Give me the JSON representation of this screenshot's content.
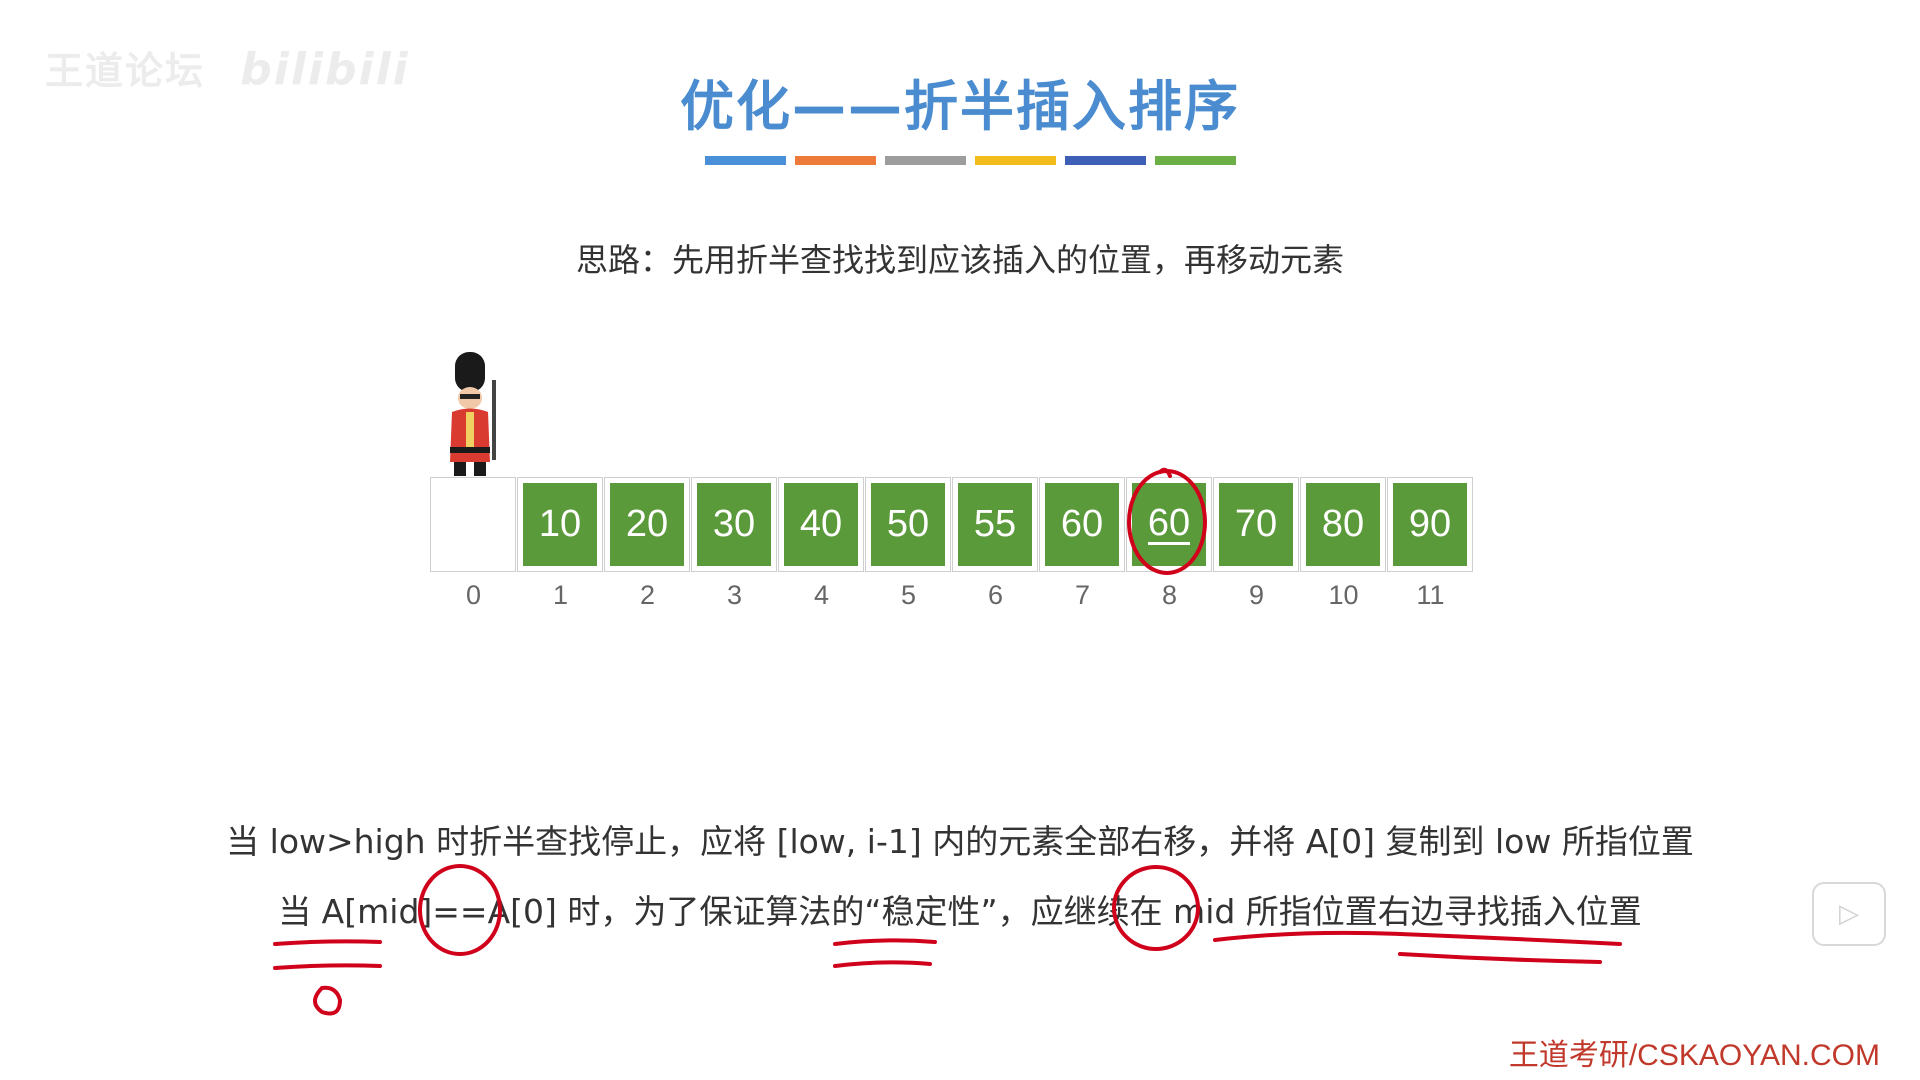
{
  "watermark": {
    "text": "王道论坛",
    "brand": "bilibili"
  },
  "title": "优化——折半插入排序",
  "color_bars": [
    "#4a90d9",
    "#ee7a3a",
    "#9d9d9d",
    "#f2bd1a",
    "#3d5fb6",
    "#6caf47"
  ],
  "idea": "思路：先用折半查找找到应该插入的位置，再移动元素",
  "array": {
    "cells": [
      "",
      "10",
      "20",
      "30",
      "40",
      "50",
      "55",
      "60",
      "60",
      "70",
      "80",
      "90"
    ],
    "indices": [
      "0",
      "1",
      "2",
      "3",
      "4",
      "5",
      "6",
      "7",
      "8",
      "9",
      "10",
      "11"
    ],
    "cell_color": "#5b9a3a",
    "highlight_index": 8
  },
  "notes": {
    "line1": "当 low>high 时折半查找停止，应将 [low, i-1] 内的元素全部右移，并将 A[0] 复制到 low 所指位置",
    "line2": "当 A[mid]==A[0] 时，为了保证算法的“稳定性”，应继续在 mid 所指位置右边寻找插入位置"
  },
  "footer": "王道考研/CSKAOYAN.COM",
  "icons": {
    "guard": "guard-icon",
    "play": "play-icon"
  },
  "annotation_color": "#d0021b"
}
